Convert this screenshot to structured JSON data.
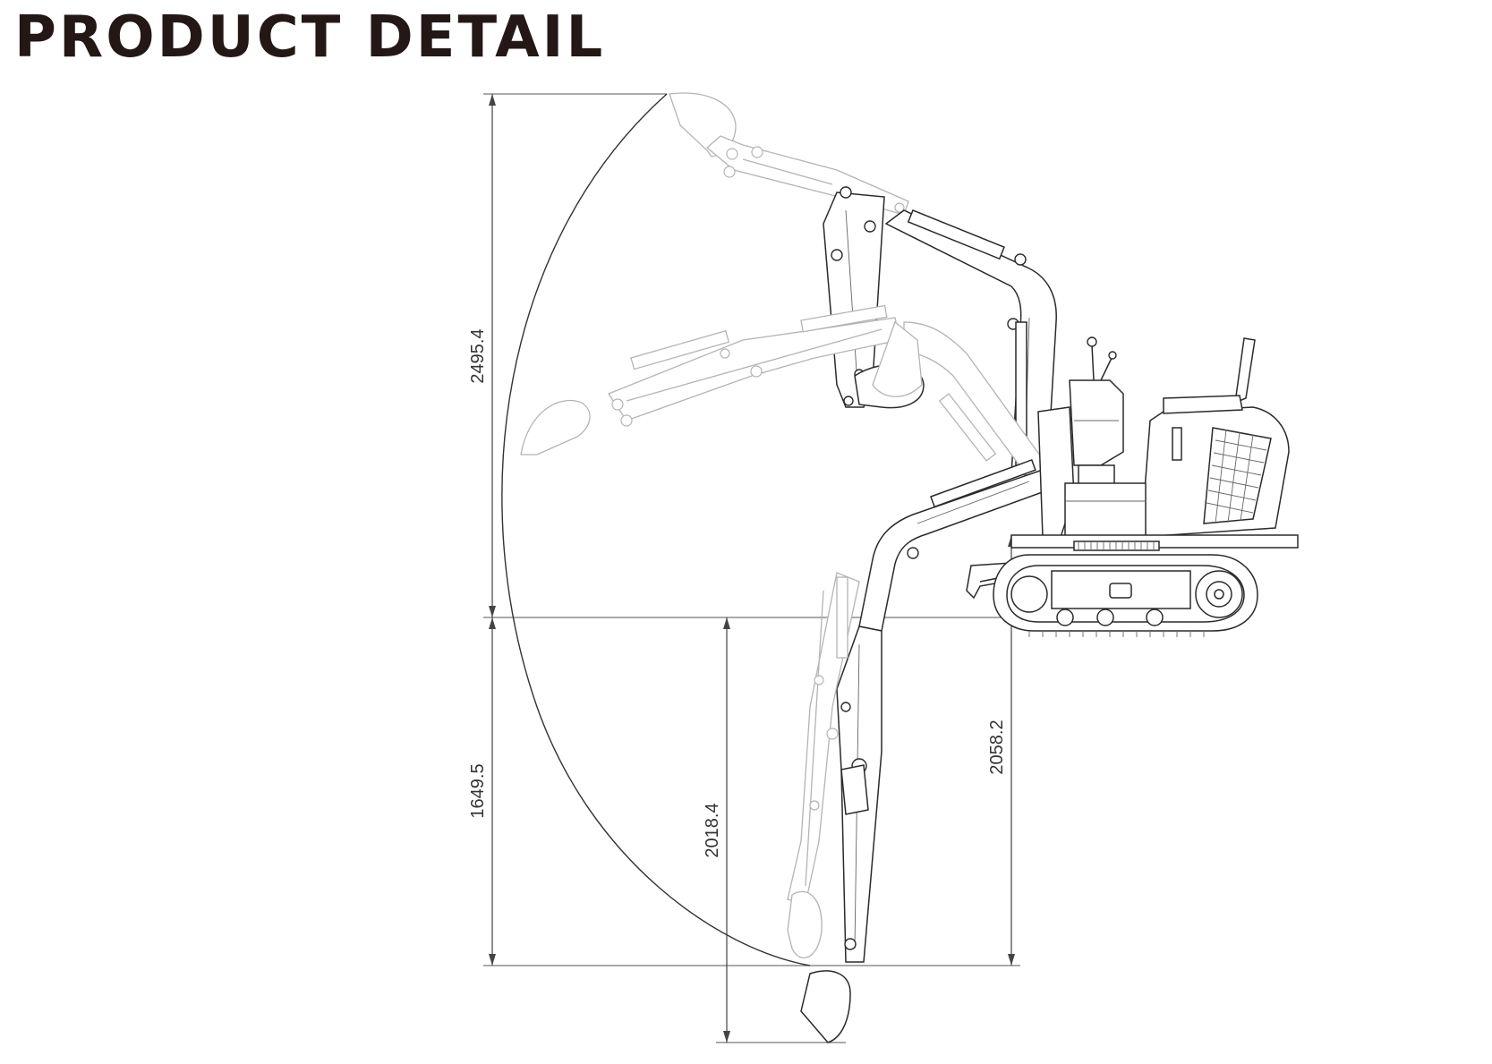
{
  "title": "PRODUCT DETAIL",
  "dimensions": {
    "max_digging_height": "2495.4",
    "max_dumping_height": "1649.5",
    "max_digging_depth": "2018.4",
    "max_vertical_digging_depth": "2058.2"
  },
  "colors": {
    "title": "#231815",
    "line": "#2a2a2a",
    "ghost_line": "#b4b4b4"
  }
}
